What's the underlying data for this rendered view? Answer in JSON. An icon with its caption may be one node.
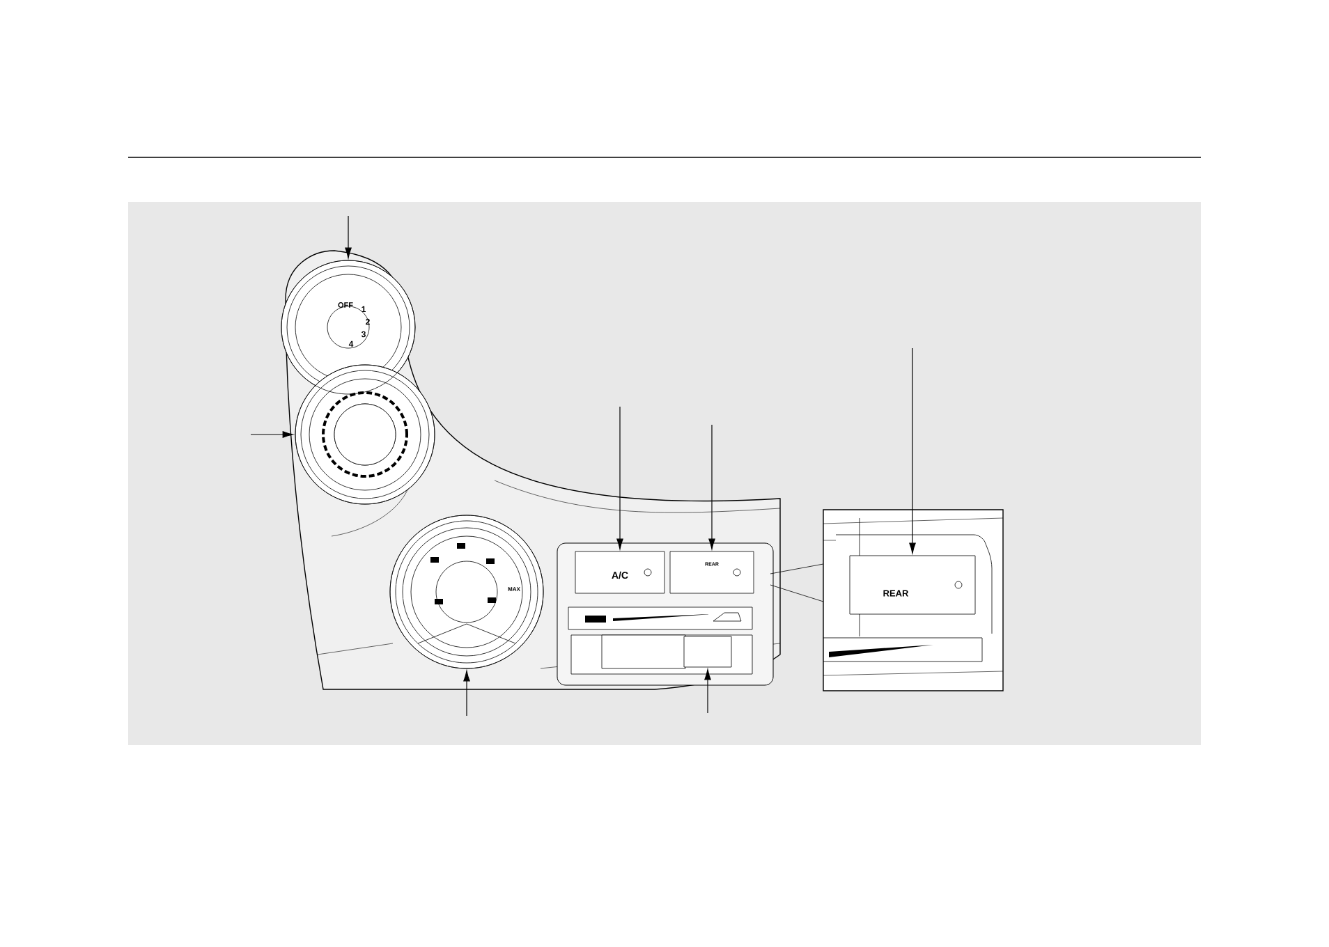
{
  "diagram": {
    "nodes": [
      {
        "text": [
          "OFF",
          "1",
          "2",
          "3",
          "4"
        ]
      },
      {
        "text": [],
        "shape": "circle"
      },
      {
        "text": [
          "MAX"
        ]
      },
      {
        "text": [
          "A/C"
        ]
      },
      {
        "text": [
          "REAR"
        ]
      },
      {
        "text": [],
        "shape": "box"
      },
      {
        "text": [
          "REAR"
        ]
      }
    ],
    "edges": [
      {
        "from": null,
        "to": 0,
        "arrow": "to"
      },
      {
        "from": null,
        "to": 1,
        "arrow": "to"
      },
      {
        "from": null,
        "to": 2,
        "arrow": "to"
      },
      {
        "from": null,
        "to": 3,
        "arrow": "to"
      },
      {
        "from": null,
        "to": 4,
        "arrow": "to"
      },
      {
        "from": null,
        "to": 5,
        "arrow": "to"
      },
      {
        "from": null,
        "to": 6,
        "arrow": "to"
      }
    ]
  }
}
